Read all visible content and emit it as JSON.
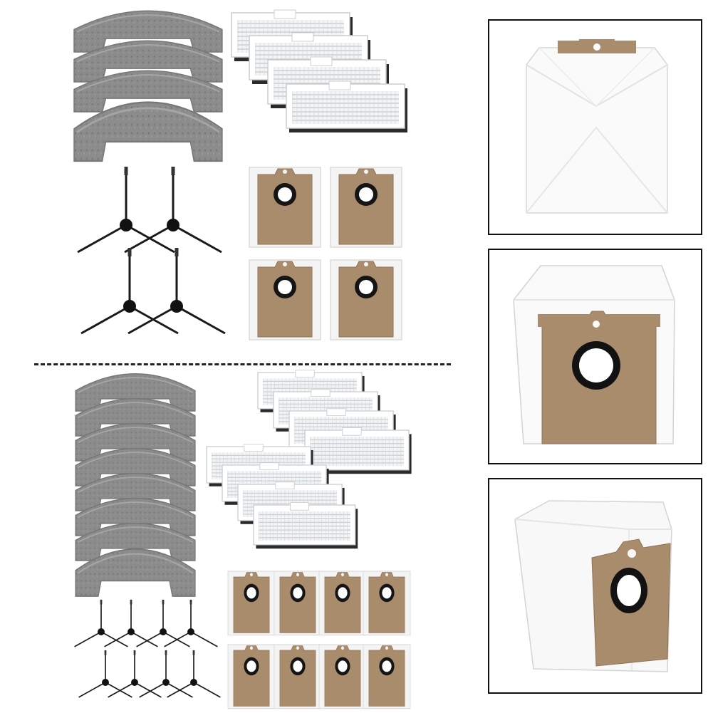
{
  "scene": {
    "kind": "product-photo",
    "icons": [
      "mop-pad-icon",
      "hepa-filter-icon",
      "dust-bag-icon",
      "side-brush-icon"
    ],
    "colors": {
      "mop": "#8a8a8a",
      "mop_dark": "#6e6e6e",
      "filter_frame": "#ffffff",
      "filter_grid": "#bfc4c8",
      "filter_base": "#2a2a2a",
      "bag_fabric": "#f4f4f4",
      "bag_card": "#a98c6c",
      "bag_ring": "#151515",
      "brush": "#1a1a1a",
      "panel_border": "#111111",
      "divider": "#222222"
    },
    "top_set": {
      "mop_pads": 4,
      "filters": 4,
      "dust_bags": 4,
      "side_brushes": 4
    },
    "bottom_set": {
      "mop_pads": 8,
      "filters": 8,
      "dust_bags": 8,
      "side_brushes": 8
    },
    "panels": [
      "bag-back-view",
      "bag-front-view",
      "bag-angled-view"
    ]
  }
}
